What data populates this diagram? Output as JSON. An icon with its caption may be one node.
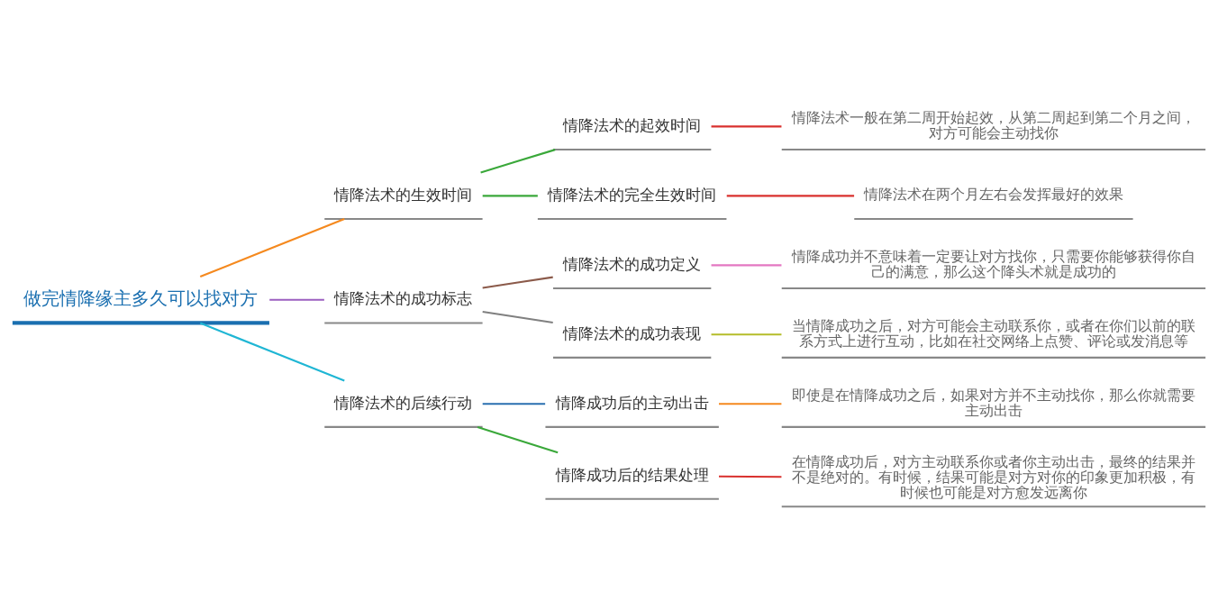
{
  "diagram": {
    "nodes": [
      {
        "text": [
          "做完情降缘主多久可以找对方"
        ]
      },
      {
        "text": [
          "情降法术的生效时间"
        ]
      },
      {
        "text": [
          "情降法术的起效时间"
        ]
      },
      {
        "text": [
          "情降法术一般在第二周开始起效，从第二周起到第二个月之间，对方可能会主动找你"
        ]
      },
      {
        "text": [
          "情降法术的完全生效时间"
        ]
      },
      {
        "text": [
          "情降法术在两个月左右会发挥最好的效果"
        ]
      },
      {
        "text": [
          "情降法术的成功标志"
        ]
      },
      {
        "text": [
          "情降法术的成功定义"
        ]
      },
      {
        "text": [
          "情降成功并不意味着一定要让对方找你，只需要你能够获得你自己的满意，那么这个降头术就是成功的"
        ]
      },
      {
        "text": [
          "情降法术的成功表现"
        ]
      },
      {
        "text": [
          "当情降成功之后，对方可能会主动联系你，或者在你们以前的联系方式上进行互动，比如在社交网络上点赞、评论或发消息等"
        ]
      },
      {
        "text": [
          "情降法术的后续行动"
        ]
      },
      {
        "text": [
          "情降成功后的主动出击"
        ]
      },
      {
        "text": [
          "即使是在情降成功之后，如果对方并不主动找你，那么你就需要主动出击"
        ]
      },
      {
        "text": [
          "情降成功后的结果处理"
        ]
      },
      {
        "text": [
          "在情降成功后，对方主动联系你或者你主动出击，最终的结果并不是绝对的。有时候，结果可能是对方对你的印象更加积极，有时候也可能是对方愈发远离你"
        ]
      }
    ],
    "edges": [
      {
        "from": 0,
        "to": 1,
        "arrow": "none",
        "color": "#f5891e"
      },
      {
        "from": 1,
        "to": 2,
        "arrow": "none",
        "color": "#3aa83a"
      },
      {
        "from": 2,
        "to": 3,
        "arrow": "none",
        "color": "#d9312e"
      },
      {
        "from": 1,
        "to": 4,
        "arrow": "none",
        "color": "#3aa83a"
      },
      {
        "from": 4,
        "to": 5,
        "arrow": "none",
        "color": "#d9312e"
      },
      {
        "from": 0,
        "to": 6,
        "arrow": "none",
        "color": "#9b5fc0"
      },
      {
        "from": 6,
        "to": 7,
        "arrow": "none",
        "color": "#8b5a4a"
      },
      {
        "from": 7,
        "to": 8,
        "arrow": "none",
        "color": "#e377c2"
      },
      {
        "from": 6,
        "to": 9,
        "arrow": "none",
        "color": "#808080"
      },
      {
        "from": 9,
        "to": 10,
        "arrow": "none",
        "color": "#b5bd2a"
      },
      {
        "from": 0,
        "to": 11,
        "arrow": "none",
        "color": "#1fb6d4"
      },
      {
        "from": 11,
        "to": 12,
        "arrow": "none",
        "color": "#2a6fb0"
      },
      {
        "from": 12,
        "to": 13,
        "arrow": "none",
        "color": "#f5891e"
      },
      {
        "from": 11,
        "to": 14,
        "arrow": "none",
        "color": "#3aa83a"
      },
      {
        "from": 14,
        "to": 15,
        "arrow": "none",
        "color": "#d9312e"
      }
    ]
  }
}
